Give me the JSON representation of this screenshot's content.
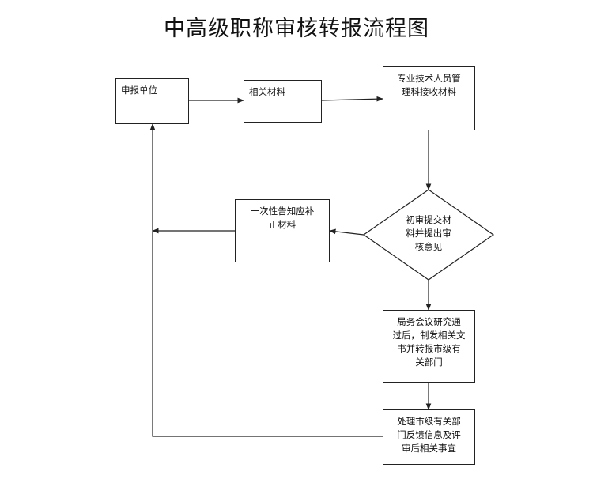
{
  "title": "中高级职称审核转报流程图",
  "nodes": {
    "applicant": {
      "lines": [
        "申报单位"
      ]
    },
    "materials": {
      "lines": [
        "相关材料"
      ]
    },
    "receive": {
      "lines": [
        "专业技术人员管",
        "理科接收材料"
      ]
    },
    "review": {
      "lines": [
        "初审提交材",
        "料并提出审",
        "核意见"
      ]
    },
    "supplement": {
      "lines": [
        "一次性告知应补",
        "正材料"
      ]
    },
    "meeting": {
      "lines": [
        "局务会议研究通",
        "过后，制发相关文",
        "书并转报市级有",
        "关部门"
      ]
    },
    "feedback": {
      "lines": [
        "处理市级有关部",
        "门反馈信息及评",
        "审后相关事宜"
      ]
    }
  }
}
